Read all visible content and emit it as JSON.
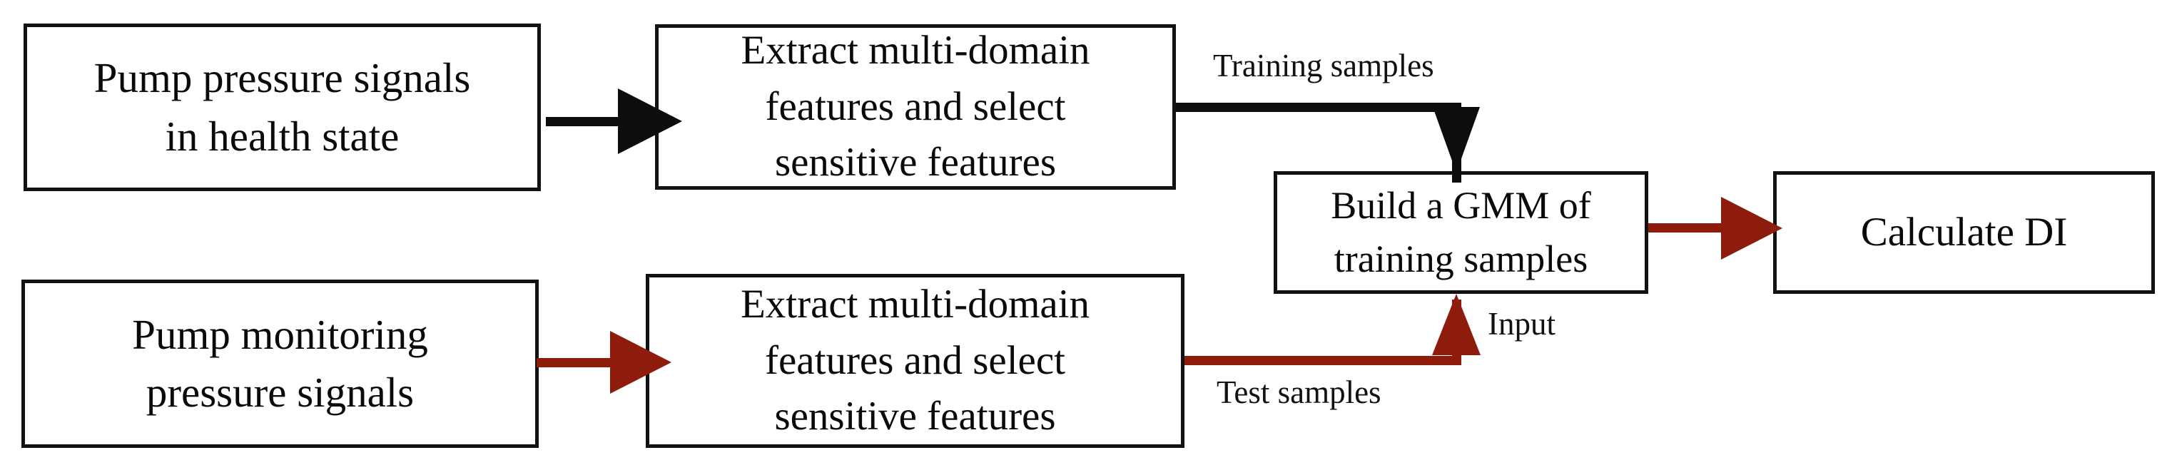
{
  "diagram": {
    "title": "GMM-based pump degradation indicator flowchart",
    "colors": {
      "black": "#0d0d0d",
      "red": "#8e1c0d",
      "box_border": "#111111",
      "background": "#ffffff"
    },
    "nodes": [
      {
        "id": "box-health",
        "name": "pump-pressure-signals-health",
        "lines": [
          "Pump pressure signals",
          "in health state"
        ],
        "text": "Pump pressure signals in health state"
      },
      {
        "id": "box-extract1",
        "name": "extract-features-training",
        "lines": [
          "Extract multi-domain",
          "features and select",
          "sensitive features"
        ],
        "text": "Extract multi-domain features and select sensitive features"
      },
      {
        "id": "box-monitor",
        "name": "pump-monitoring-pressure-signals",
        "lines": [
          "Pump monitoring",
          "pressure signals"
        ],
        "text": "Pump monitoring pressure signals"
      },
      {
        "id": "box-extract2",
        "name": "extract-features-test",
        "lines": [
          "Extract multi-domain",
          "features and select",
          "sensitive features"
        ],
        "text": "Extract multi-domain features and select sensitive features"
      },
      {
        "id": "box-gmm",
        "name": "build-gmm",
        "lines": [
          "Build a GMM of",
          "training samples"
        ],
        "text": "Build a GMM of training samples"
      },
      {
        "id": "box-di",
        "name": "calculate-di",
        "lines": [
          "Calculate DI"
        ],
        "text": "Calculate DI"
      }
    ],
    "edge_labels": {
      "training_samples": "Training samples",
      "test_samples": "Test samples",
      "input": "Input"
    },
    "arrows": [
      {
        "name": "health-to-extract1",
        "color": "#0d0d0d",
        "direction": "right",
        "label": ""
      },
      {
        "name": "extract1-to-gmm",
        "color": "#0d0d0d",
        "direction": "right-down",
        "label": "Training samples"
      },
      {
        "name": "monitor-to-extract2",
        "color": "#8e1c0d",
        "direction": "right",
        "label": ""
      },
      {
        "name": "extract2-to-gmm",
        "color": "#8e1c0d",
        "direction": "right-up",
        "label": "Test samples"
      },
      {
        "name": "gmm-to-di",
        "color": "#8e1c0d",
        "direction": "right",
        "label": ""
      }
    ]
  }
}
